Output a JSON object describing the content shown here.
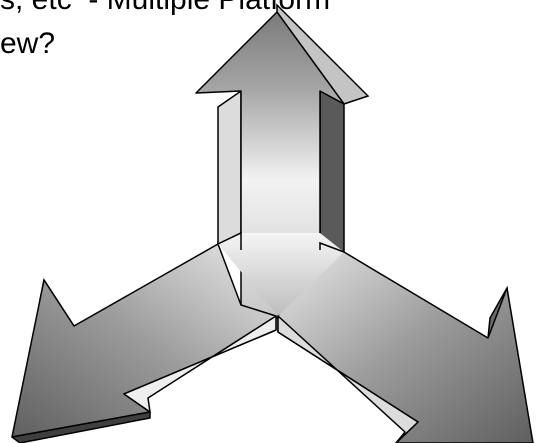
{
  "text": {
    "line1": "s, etc  - Multiple Platform",
    "line2": "ew?"
  },
  "graphic": {
    "name": "three-way-arrow",
    "colors": {
      "outline": "#000000",
      "shade_dark": "#5f5f5f",
      "shade_mid": "#9a9a9a",
      "shade_light": "#f2f2f2",
      "bevel_light": "#d9d9d9",
      "bevel_dark": "#4a4a4a"
    }
  }
}
